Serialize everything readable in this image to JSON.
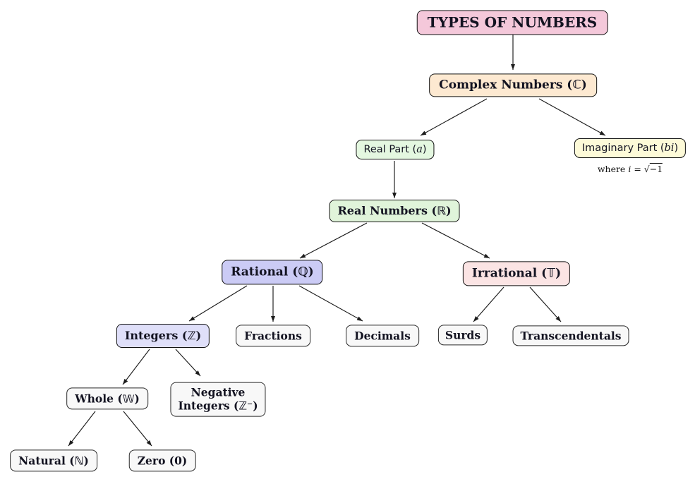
{
  "diagram_title": "TYPES OF NUMBERS",
  "colors": {
    "types_bg": "#f4c8da",
    "complex_bg": "#fde9d1",
    "real_part_bg": "#e4f7e0",
    "real_numbers_bg": "#e0f4da",
    "imaginary_bg": "#fdfad8",
    "rational_bg": "#cbcbf5",
    "integers_bg": "#dfdff9",
    "irrational_bg": "#fbe4e4",
    "leaf_bg": "#f8f8f8",
    "border": "#111111",
    "arrow": "#1c1c1c"
  },
  "nodes": {
    "types": {
      "label": "TYPES OF NUMBERS"
    },
    "complex": {
      "label": "Complex Numbers (ℂ)"
    },
    "real_part": {
      "pre": "Real Part (",
      "var": "a",
      "post": ")"
    },
    "imaginary_part": {
      "pre": "Imaginary Part (",
      "var": "bi",
      "post": ")"
    },
    "real_numbers": {
      "label": "Real Numbers (ℝ)"
    },
    "rational": {
      "label": "Rational (ℚ)"
    },
    "irrational": {
      "label": "Irrational (𝕋)"
    },
    "integers": {
      "label": "Integers (ℤ)"
    },
    "fractions": {
      "label": "Fractions"
    },
    "decimals": {
      "label": "Decimals"
    },
    "surds": {
      "label": "Surds"
    },
    "transcendentals": {
      "label": "Transcendentals"
    },
    "whole": {
      "label": "Whole (𝕎)"
    },
    "negative_integers": {
      "line1": "Negative",
      "line2": "Integers (ℤ⁻)"
    },
    "natural": {
      "label": "Natural (ℕ)"
    },
    "zero": {
      "label": "Zero (0)"
    }
  },
  "note": {
    "where": "where",
    "var": "i",
    "equals": "=",
    "radical": "√",
    "radicand": "−1"
  },
  "edges": [
    [
      "types",
      "complex"
    ],
    [
      "complex",
      "real_part"
    ],
    [
      "complex",
      "imaginary_part"
    ],
    [
      "real_part",
      "real_numbers"
    ],
    [
      "real_numbers",
      "rational"
    ],
    [
      "real_numbers",
      "irrational"
    ],
    [
      "rational",
      "integers"
    ],
    [
      "rational",
      "fractions"
    ],
    [
      "rational",
      "decimals"
    ],
    [
      "irrational",
      "surds"
    ],
    [
      "irrational",
      "transcendentals"
    ],
    [
      "integers",
      "whole"
    ],
    [
      "integers",
      "negative_integers"
    ],
    [
      "whole",
      "natural"
    ],
    [
      "whole",
      "zero"
    ]
  ]
}
